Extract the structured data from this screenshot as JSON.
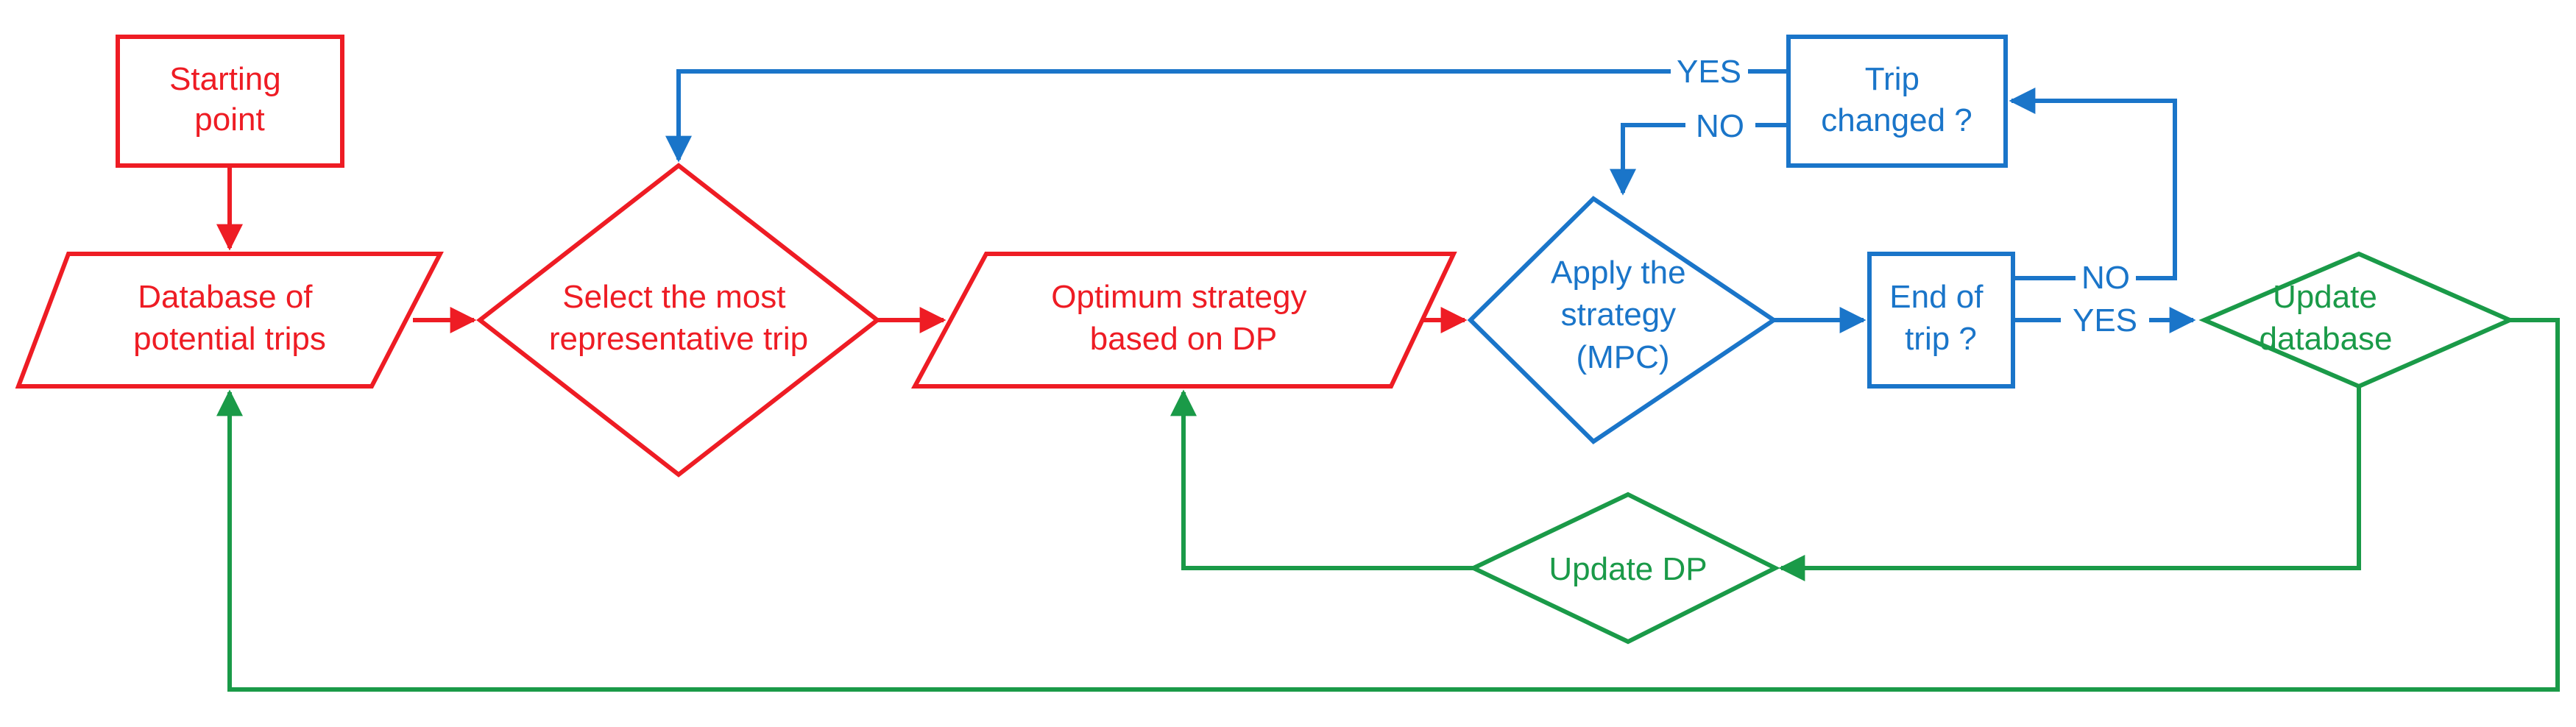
{
  "colors": {
    "red": "#ee1c24",
    "blue": "#1a75c9",
    "green": "#1a9a48"
  },
  "nodes": {
    "start": {
      "line1": "Starting",
      "line2": "point"
    },
    "database": {
      "line1": "Database of",
      "line2": "potential trips"
    },
    "select": {
      "line1": "Select the most",
      "line2": "representative trip"
    },
    "optimum": {
      "line1": "Optimum strategy",
      "line2": "based on DP"
    },
    "apply": {
      "line1": "Apply the",
      "line2": "strategy",
      "line3": "(MPC)"
    },
    "end_trip": {
      "line1": "End of",
      "line2": "trip ?"
    },
    "trip_changed": {
      "line1": "Trip",
      "line2": "changed ?"
    },
    "update_db": {
      "line1": "Update",
      "line2": "database"
    },
    "update_dp": {
      "line1": "Update DP"
    }
  },
  "edge_labels": {
    "yes_top": "YES",
    "no_top": "NO",
    "no_right": "NO",
    "yes_right": "YES"
  }
}
